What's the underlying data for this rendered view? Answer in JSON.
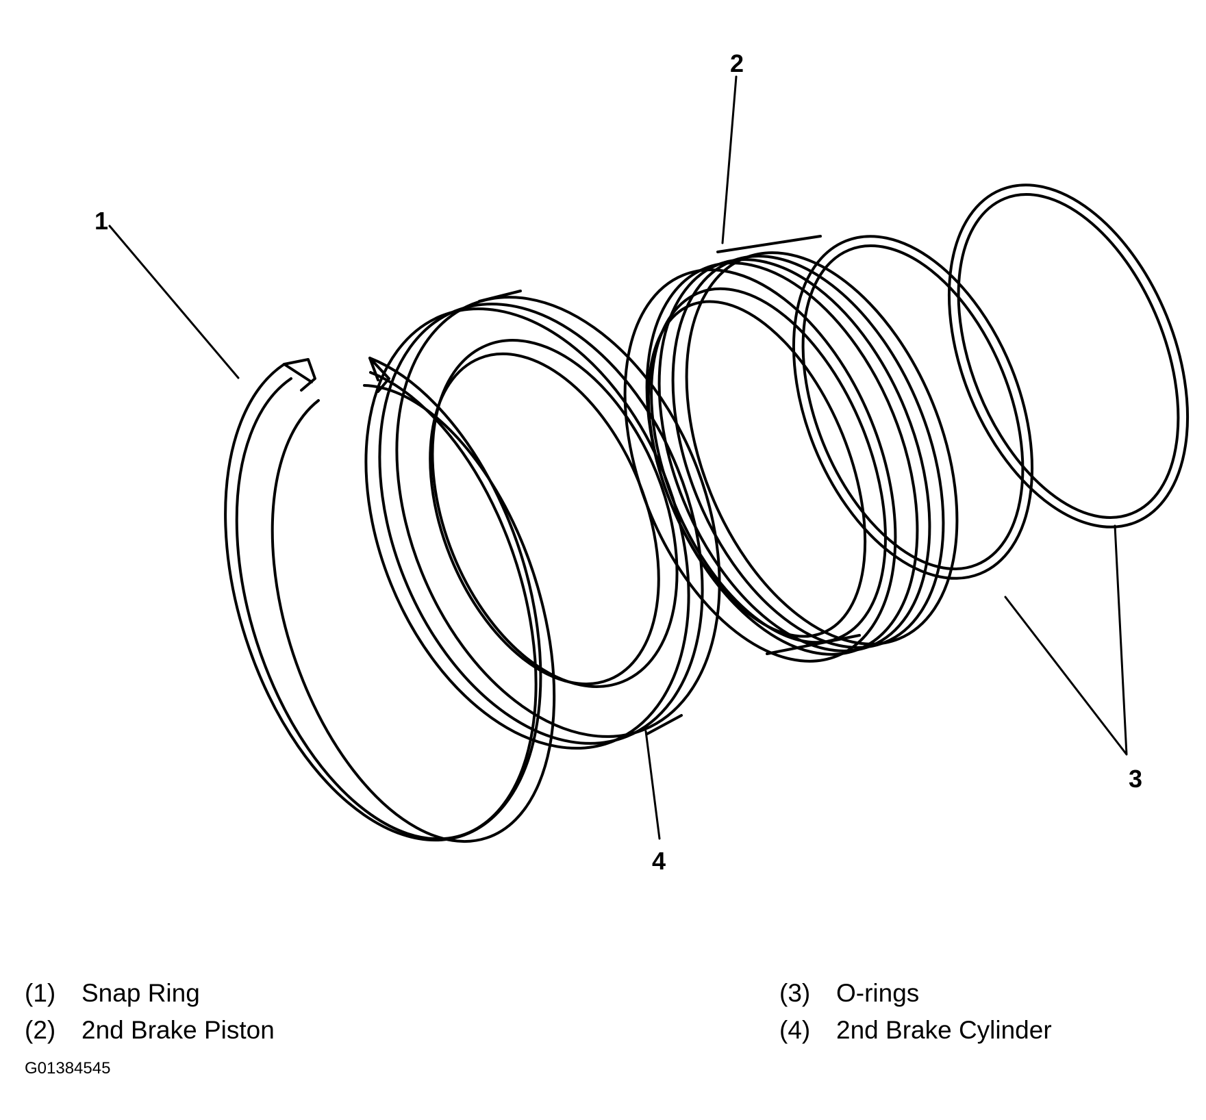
{
  "callouts": [
    "1",
    "2",
    "3",
    "4"
  ],
  "legend": [
    {
      "num": "(1)",
      "label": "Snap Ring"
    },
    {
      "num": "(2)",
      "label": "2nd Brake Piston"
    },
    {
      "num": "(3)",
      "label": "O-rings"
    },
    {
      "num": "(4)",
      "label": "2nd Brake Cylinder"
    }
  ],
  "figure_code": "G01384545"
}
